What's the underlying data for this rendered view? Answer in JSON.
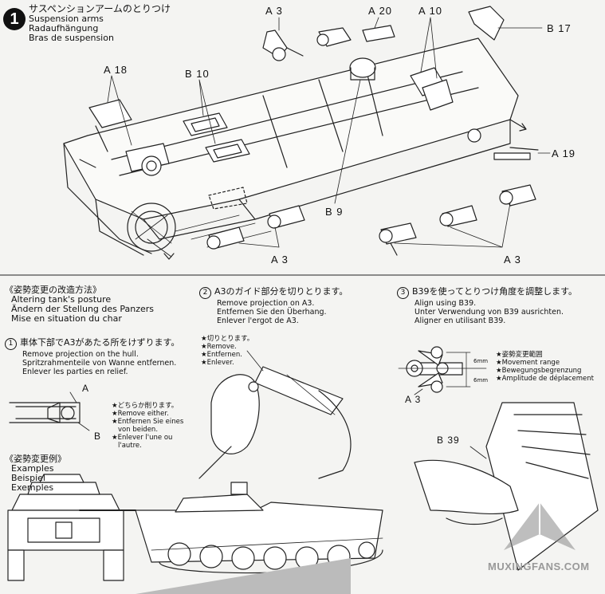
{
  "step1": {
    "number": "1",
    "title_jp": "サスペンションアームのとりつけ",
    "title_en": "Suspension arms",
    "title_de": "Radaufhängung",
    "title_fr": "Bras de suspension",
    "parts": {
      "a3_top": "A 3",
      "a20": "A 20",
      "a10": "A 10",
      "b17": "B 17",
      "a18": "A 18",
      "b10": "B 10",
      "a19": "A 19",
      "b9": "B 9",
      "a3_left": "A 3",
      "a3_right": "A 3"
    }
  },
  "posture": {
    "title_jp": "《姿勢変更の改造方法》",
    "lines": [
      "Altering tank's posture",
      "Ändern der Stellung des Panzers",
      "Mise en situation du char"
    ]
  },
  "sub1": {
    "number": "1",
    "title_jp": "車体下部でA3があたる所をけずります。",
    "lines": [
      "Remove projection on the hull.",
      "Spritzrahmenteile von Wanne entfernen.",
      "Enlever les parties en relief."
    ],
    "label_a": "A",
    "label_b": "B",
    "note_lines": [
      "★どちらか削ります。",
      "★Remove either.",
      "★Entfernen Sie eines",
      "von beiden.",
      "★Enlever l'une ou",
      "l'autre."
    ]
  },
  "sub2": {
    "number": "2",
    "title_jp": "A3のガイド部分を切りとります。",
    "lines": [
      "Remove projection on A3.",
      "Entfernen Sie den Überhang.",
      "Enlever l'ergot de A3."
    ],
    "note_lines": [
      "★切りとります。",
      "★Remove.",
      "★Entfernen.",
      "★Enlever."
    ]
  },
  "sub3": {
    "number": "3",
    "title_jp": "B39を使ってとりつけ角度を調整します。",
    "lines": [
      "Align using B39.",
      "Unter Verwendung von B39 ausrichten.",
      "Aligner en utilisant B39."
    ],
    "dim_1": "6mm",
    "dim_2": "6mm",
    "part_a3": "A 3",
    "part_b39": "B 39",
    "note_lines": [
      "★姿勢変更範囲",
      "★Movement range",
      "★Bewegungsbegrenzung",
      "★Amplitude de déplacement"
    ]
  },
  "examples": {
    "title_jp": "《姿勢変更例》",
    "lines": [
      "Examples",
      "Beispiel",
      "Exemples"
    ]
  },
  "watermark": "MUXINGFANS.COM"
}
